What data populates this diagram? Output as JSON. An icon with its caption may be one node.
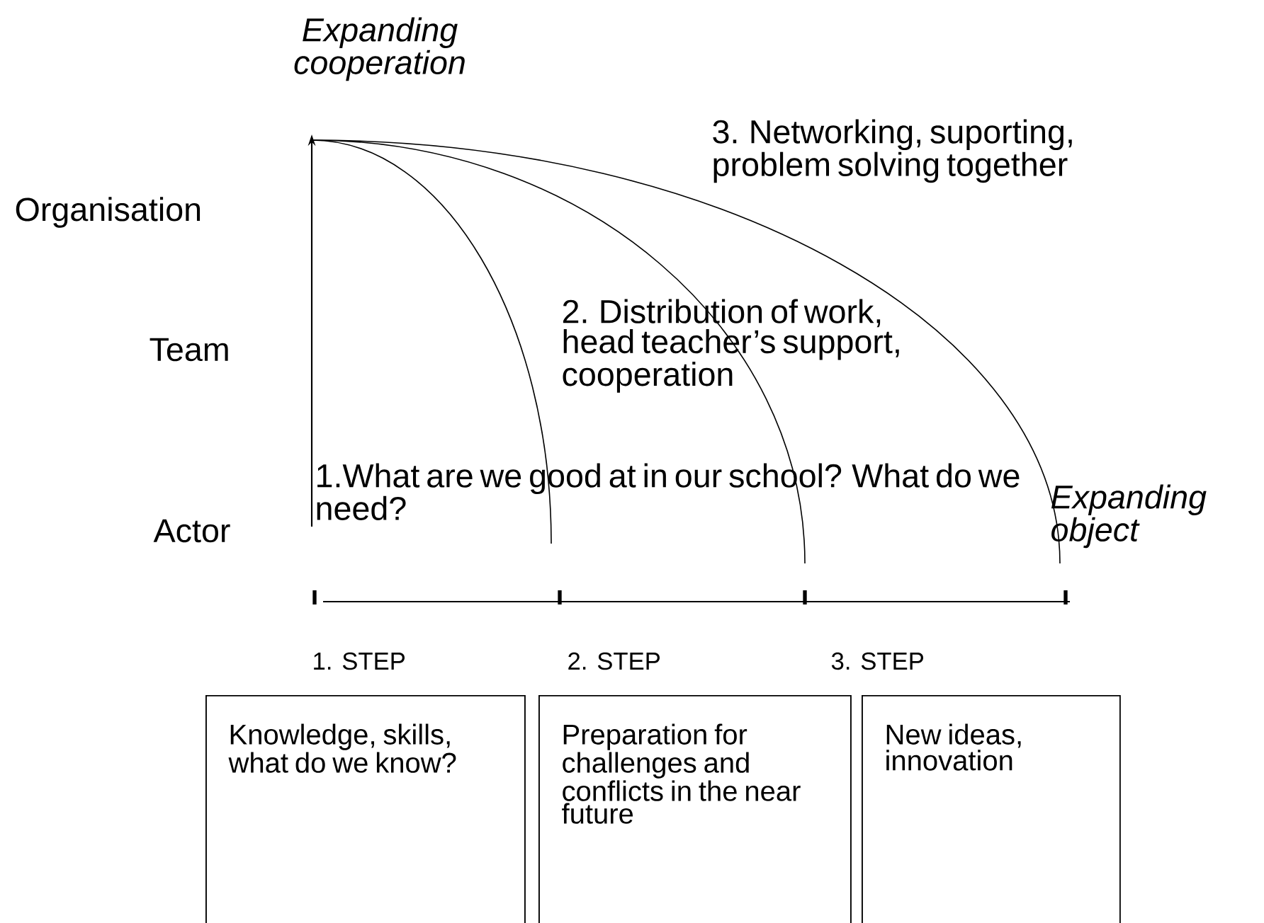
{
  "diagram": {
    "nodes": [
      {
        "text": [
          "Knowledge, skills, what do we know?"
        ],
        "beside": [
          "1. STEP"
        ]
      },
      {
        "text": [
          "Preparation for challenges and conflicts in the near future"
        ],
        "beside": [
          "2. STEP"
        ]
      },
      {
        "text": [
          "New ideas, innovation"
        ],
        "beside": [
          "3. STEP"
        ]
      }
    ],
    "labels": [
      "Expanding cooperation",
      "Organisation",
      "Team",
      "Actor",
      "3. Networking, suporting, problem solving together",
      "2. Distribution of work, head teacher’s support, cooperation",
      "1.What are we good at in our school? What do we need?",
      "Expanding object"
    ]
  }
}
